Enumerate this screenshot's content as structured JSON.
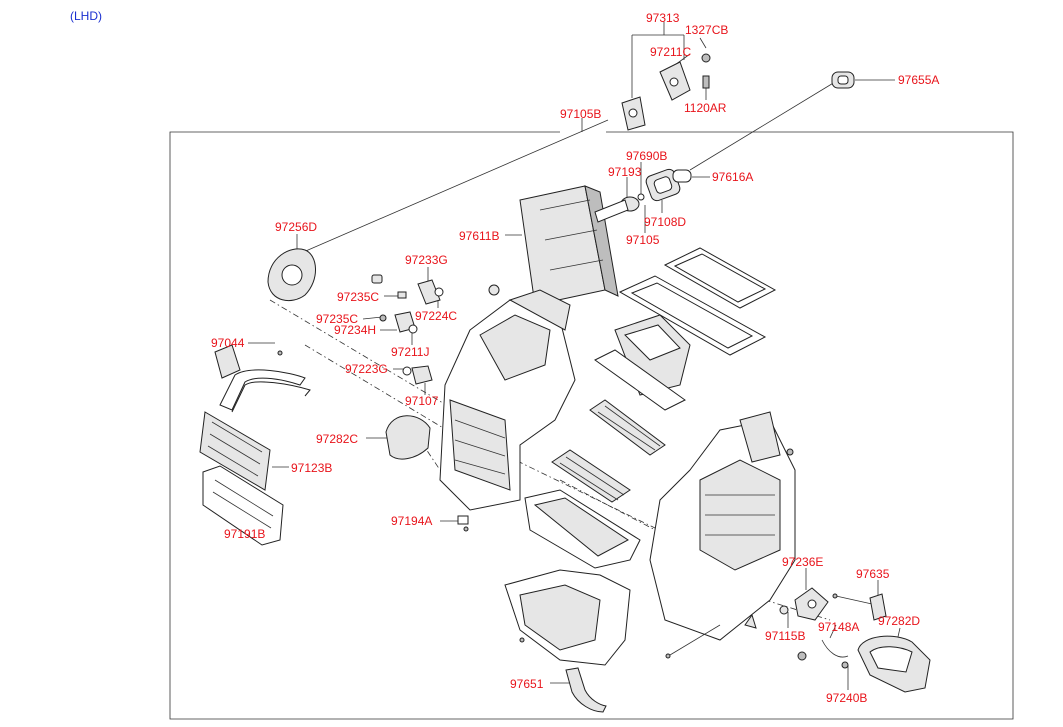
{
  "header": {
    "variant": "(LHD)"
  },
  "colors": {
    "label": "#e8141b",
    "header": "#1a2fd0",
    "line": "#333333"
  },
  "labels": {
    "l97313": "97313",
    "l1327CB": "1327CB",
    "l97211C": "97211C",
    "l1120AR": "1120AR",
    "l97655A": "97655A",
    "l97105B": "97105B",
    "l97690B": "97690B",
    "l97193": "97193",
    "l97616A": "97616A",
    "l97108D": "97108D",
    "l97105": "97105",
    "l97611B": "97611B",
    "l97256D": "97256D",
    "l97233G": "97233G",
    "l97235C_1": "97235C",
    "l97224C": "97224C",
    "l97235C_2": "97235C",
    "l97234H": "97234H",
    "l97211J": "97211J",
    "l97044": "97044",
    "l97223G": "97223G",
    "l97107": "97107",
    "l97282C": "97282C",
    "l97123B": "97123B",
    "l97194A": "97194A",
    "l97191B": "97191B",
    "l97236E": "97236E",
    "l97635": "97635",
    "l97148A": "97148A",
    "l97282D": "97282D",
    "l97115B": "97115B",
    "l97651": "97651",
    "l97240B": "97240B"
  }
}
